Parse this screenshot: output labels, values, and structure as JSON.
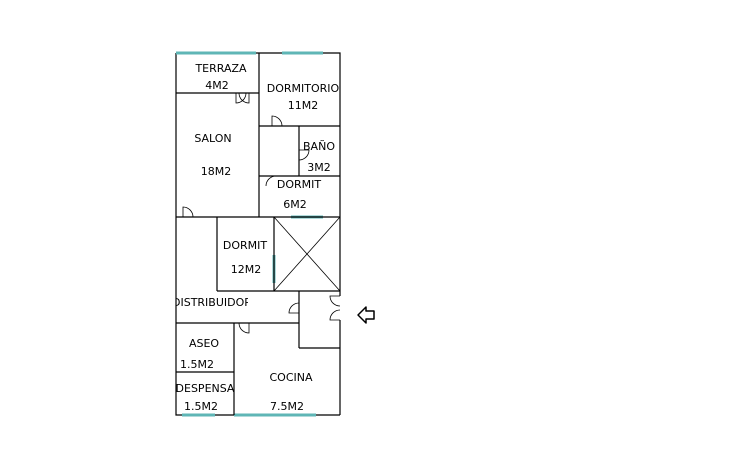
{
  "rooms": {
    "terraza": {
      "name": "TERRAZA",
      "area": "4M2"
    },
    "dormitorio": {
      "name": "DORMITORIO",
      "area": "11M2"
    },
    "salon": {
      "name": "SALON",
      "area": "18M2"
    },
    "bano": {
      "name": "BAÑO",
      "area": "3M2"
    },
    "dormit_small": {
      "name": "DORMIT",
      "area": "6M2"
    },
    "dormit_mid": {
      "name": "DORMIT",
      "area": "12M2"
    },
    "distribuidor": {
      "name": "DISTRIBUIDOR"
    },
    "aseo": {
      "name": "ASEO",
      "area": "1.5M2"
    },
    "despensa": {
      "name": "DESPENSA",
      "area": "1.5M2"
    },
    "cocina": {
      "name": "COCINA",
      "area": "7.5M2"
    }
  },
  "colors": {
    "window": "#5fb6b6",
    "wall": "#000000"
  },
  "icons": {
    "entrance": "entrance-arrow-icon",
    "stairwell": "stairwell-cross-icon"
  }
}
